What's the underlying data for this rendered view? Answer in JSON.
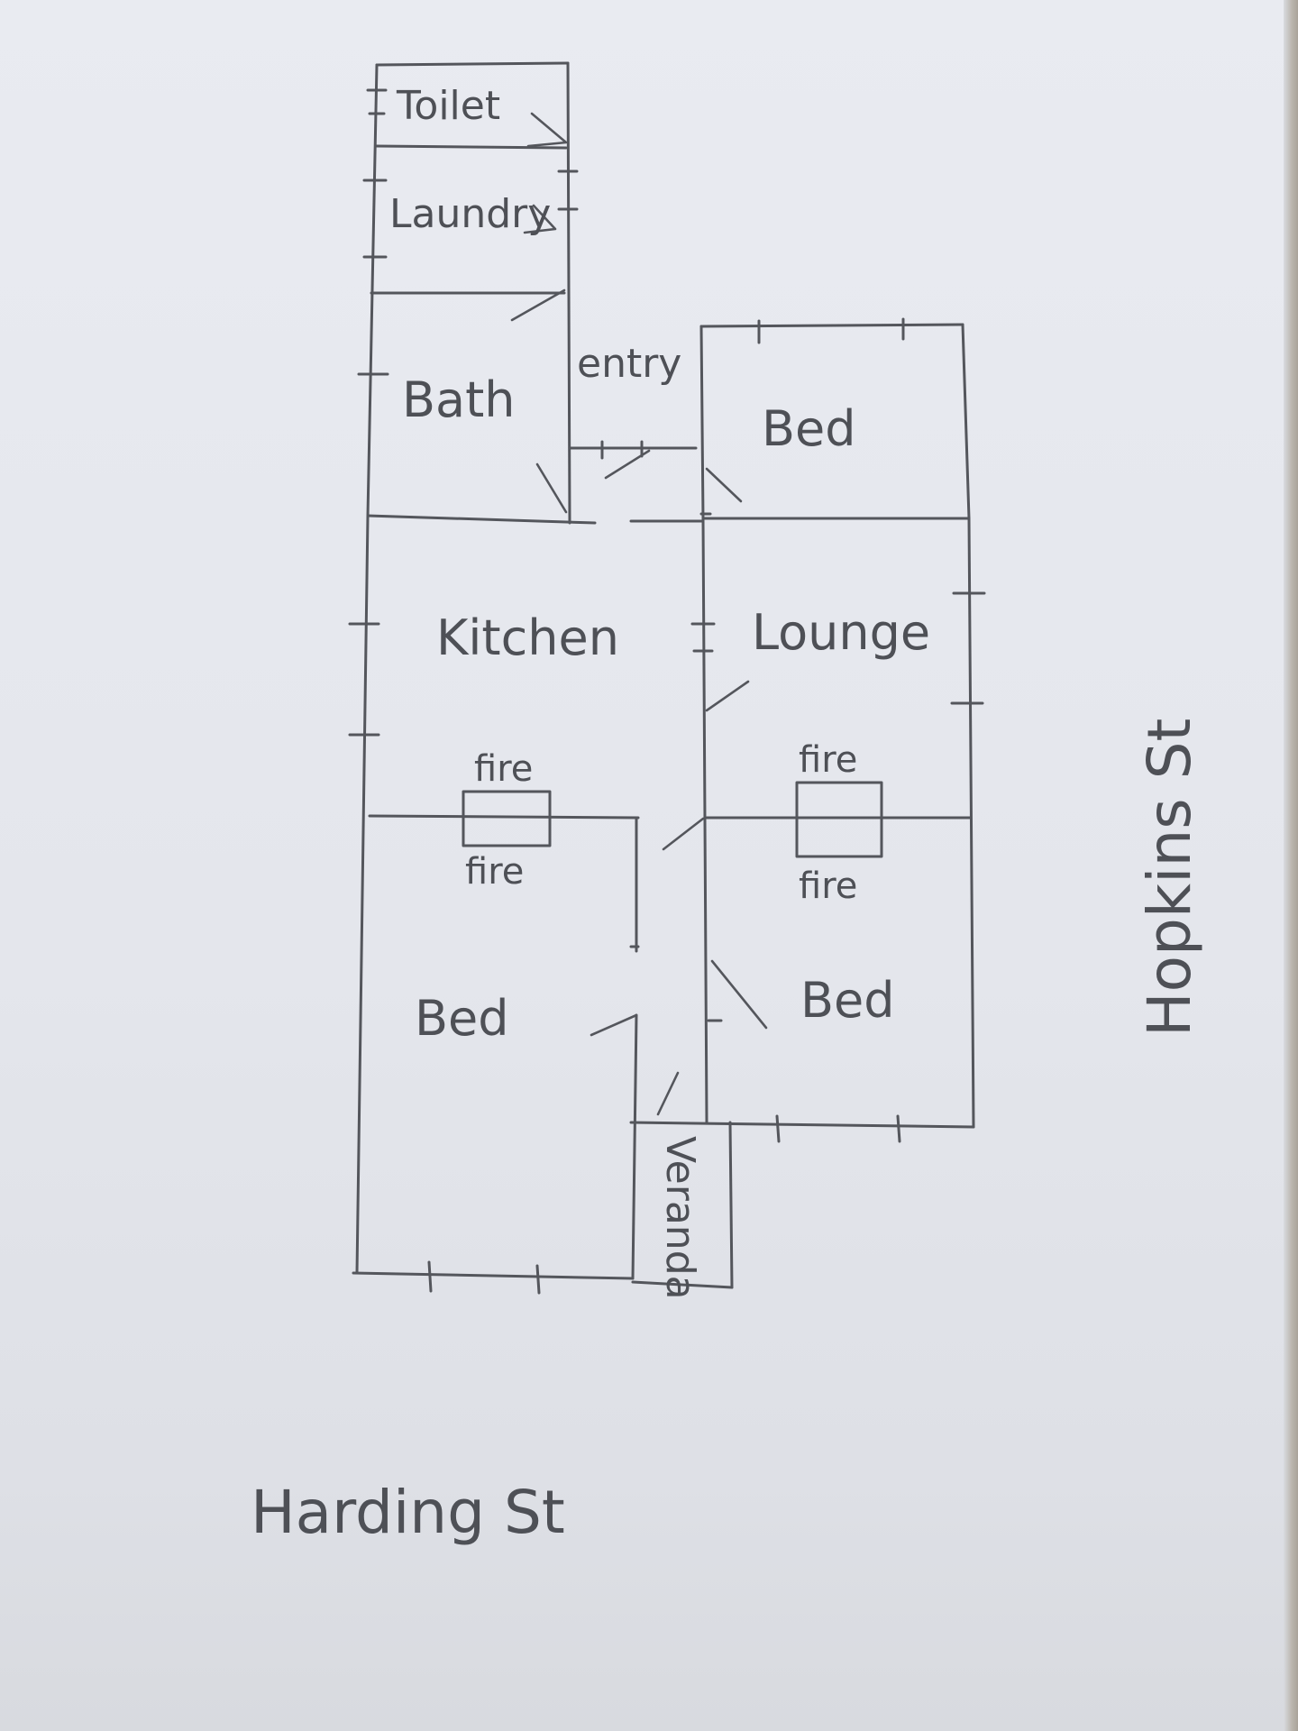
{
  "rooms": {
    "toilet": "Toilet",
    "laundry": "Laundry",
    "bath": "Bath",
    "entry": "entry",
    "bed_top_right": "Bed",
    "kitchen": "Kitchen",
    "lounge": "Lounge",
    "bed_bottom_left": "Bed",
    "bed_bottom_right": "Bed",
    "veranda": "Veranda"
  },
  "fireplaces": {
    "left_top": "fire",
    "left_bottom": "fire",
    "right_top": "fire",
    "right_bottom": "fire"
  },
  "streets": {
    "bottom": "Harding St",
    "right": "Hopkins St"
  },
  "colors": {
    "paper": "#e6e8ee",
    "pencil": "#54565c"
  }
}
